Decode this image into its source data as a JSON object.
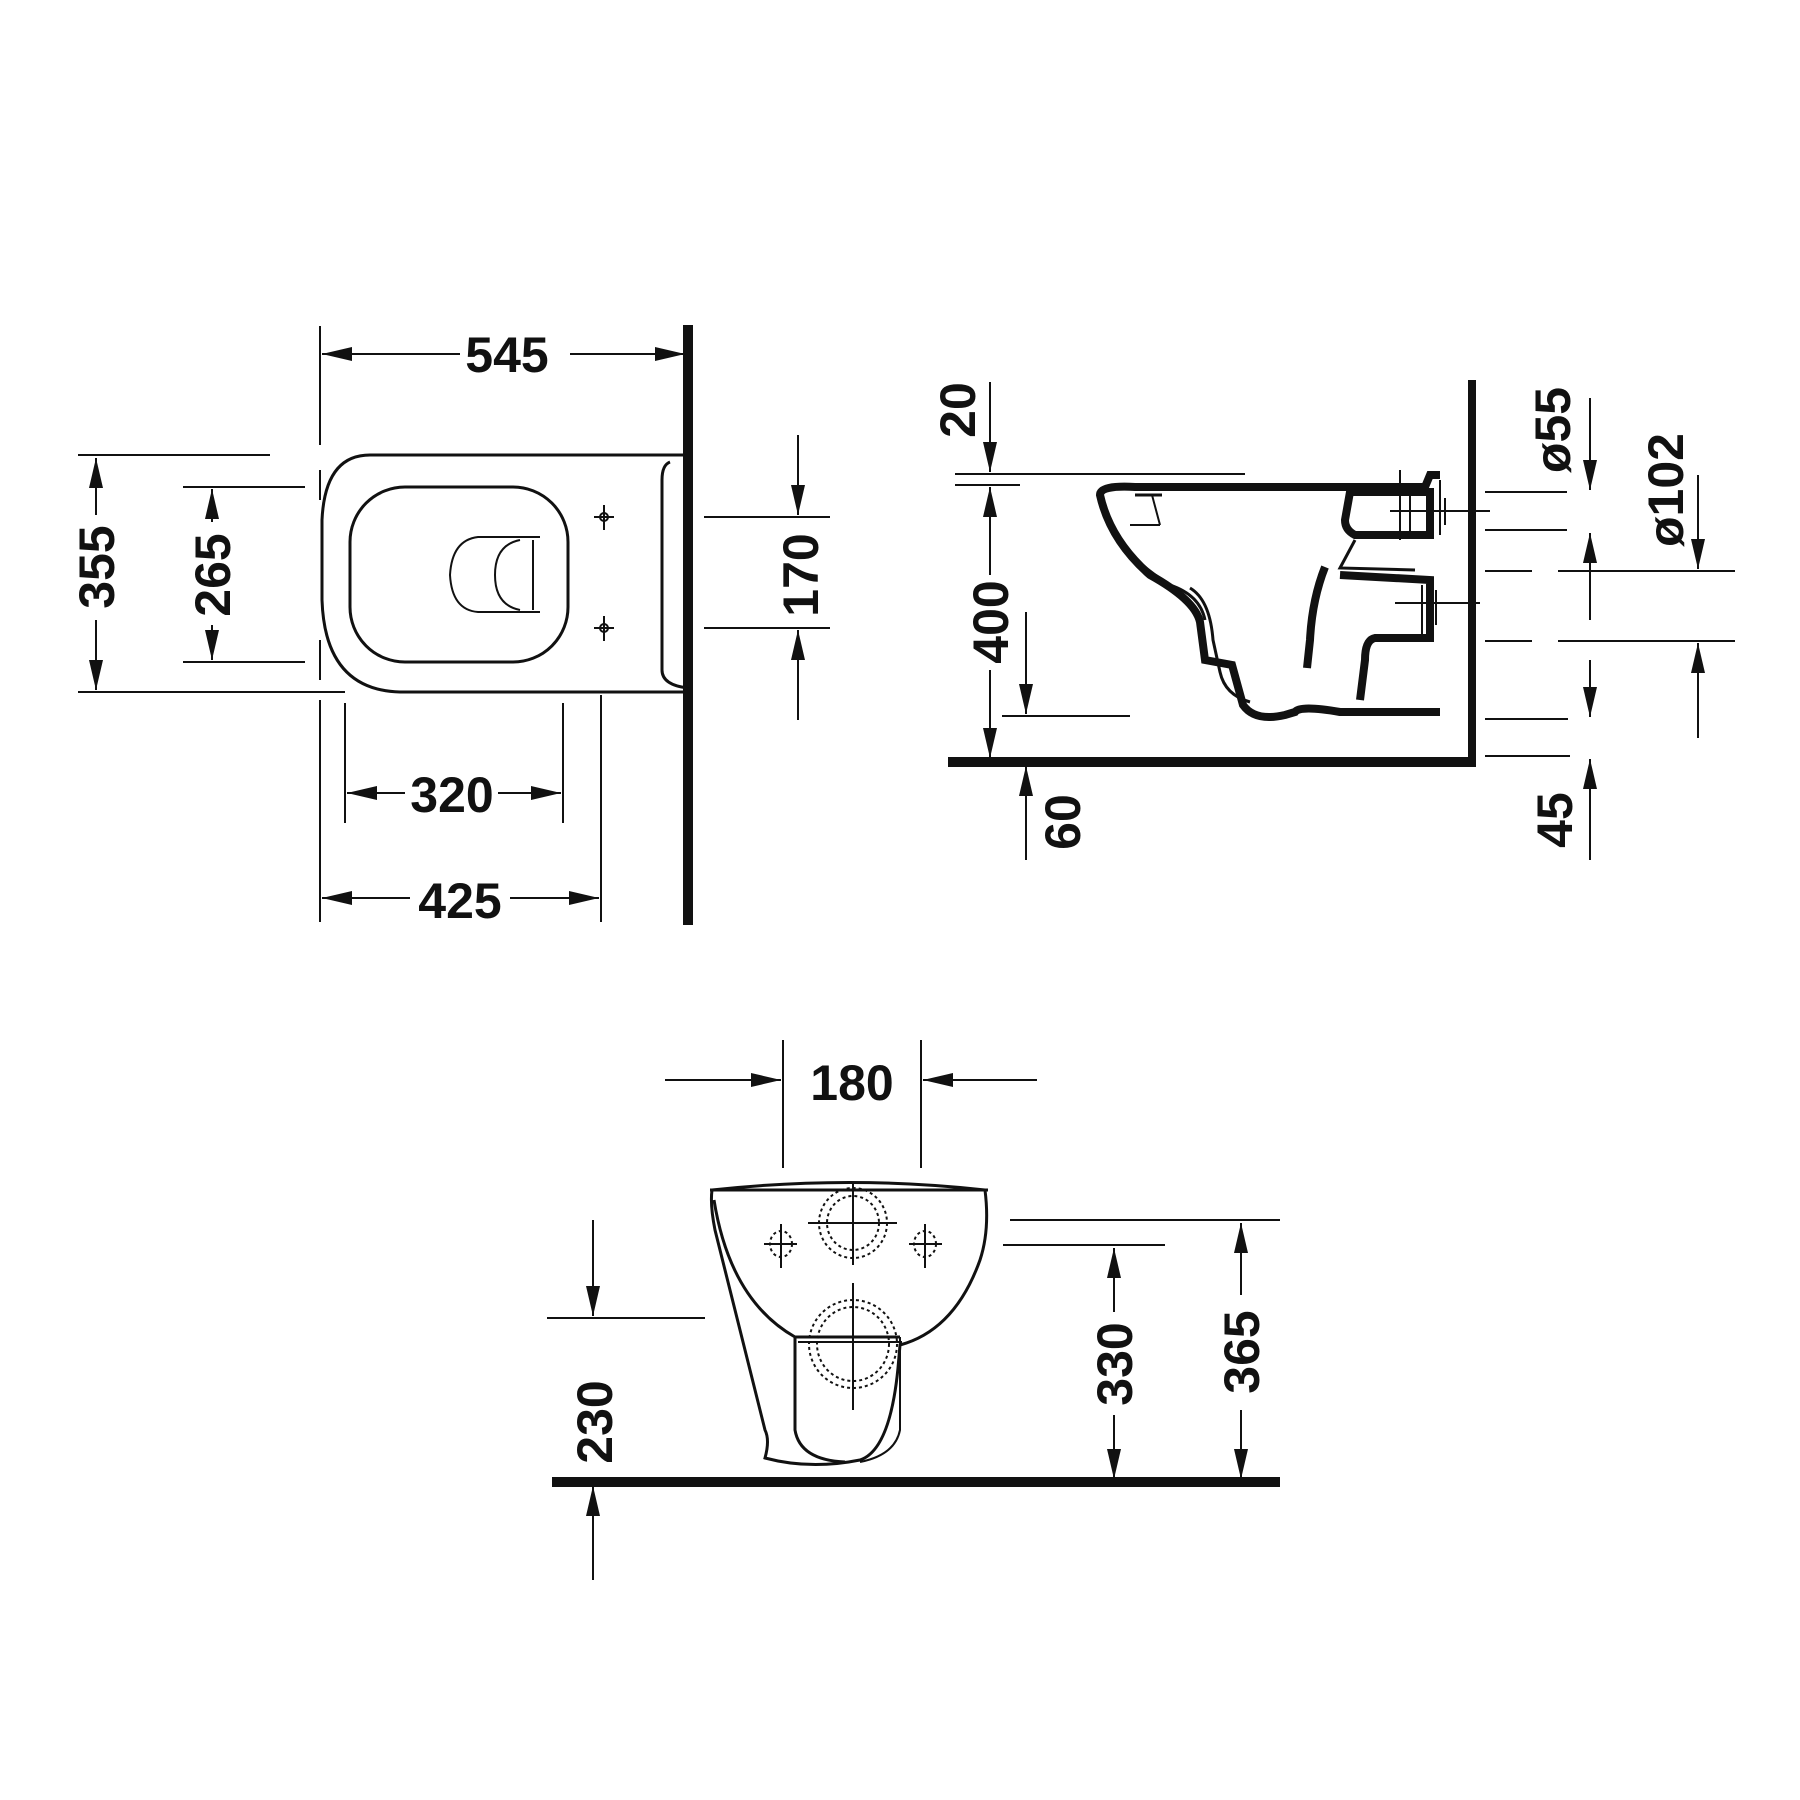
{
  "diagram": {
    "subject": "wall-hung toilet technical dimension drawing",
    "units": "mm",
    "views": {
      "top_view": {
        "dimensions": {
          "overall_length": "545",
          "overall_width": "355",
          "seat_opening_width": "265",
          "fixing_hole_spacing": "170",
          "seat_opening_length": "320",
          "fixing_to_front": "425"
        }
      },
      "side_view": {
        "dimensions": {
          "rim_offset": "20",
          "rim_height": "400",
          "floor_clearance": "60",
          "inlet_diameter": "ø55",
          "outlet_diameter": "ø102",
          "outlet_offset": "45"
        }
      },
      "rear_view": {
        "dimensions": {
          "fixing_spacing": "180",
          "outlet_height": "230",
          "fixing_height": "330",
          "inlet_height": "365"
        }
      }
    }
  }
}
